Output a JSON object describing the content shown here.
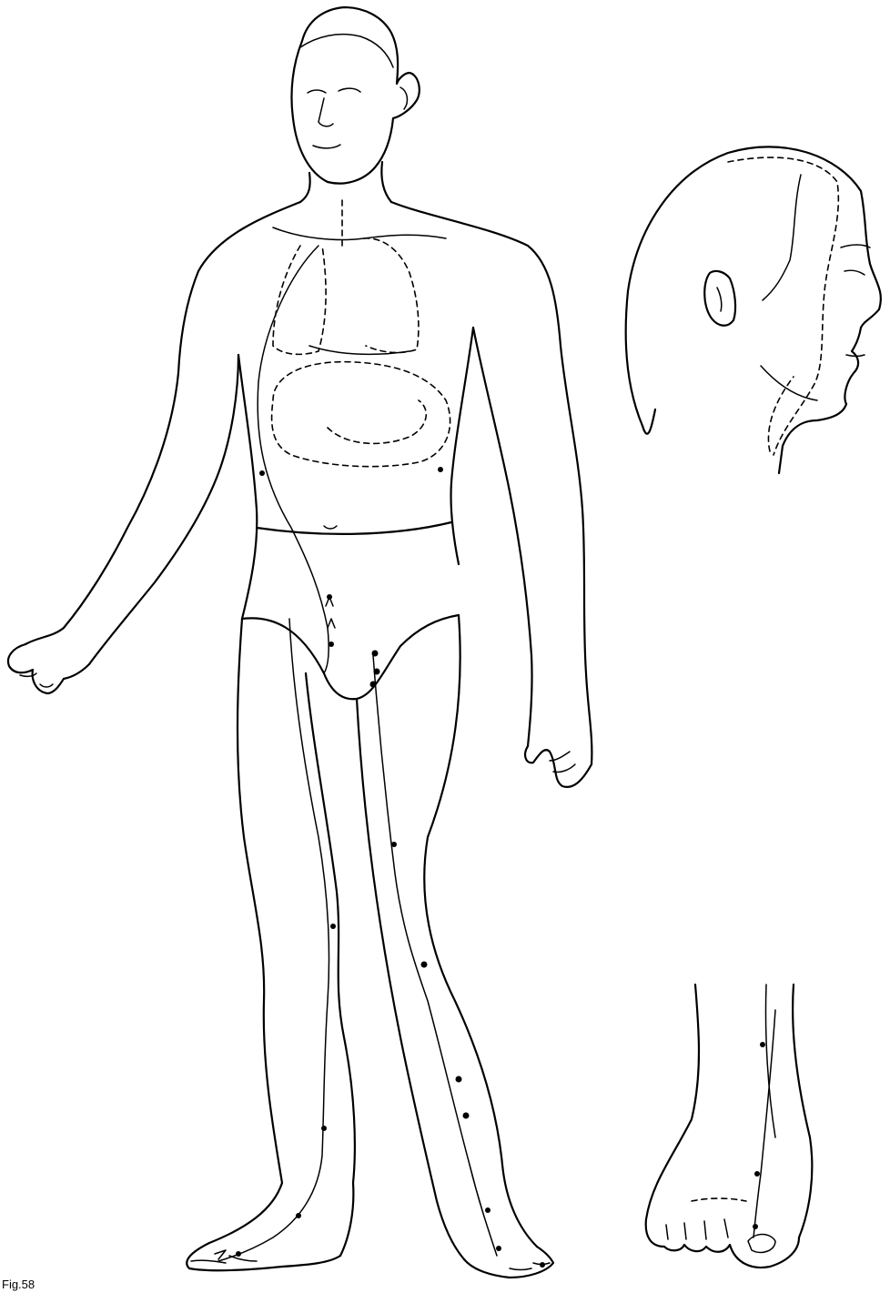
{
  "figure": {
    "caption": "Fig.58",
    "panels": [
      {
        "name": "full-body-front"
      },
      {
        "name": "head-profile"
      },
      {
        "name": "foot-detail"
      }
    ],
    "line_color": "#000000",
    "background_color": "#ffffff"
  }
}
